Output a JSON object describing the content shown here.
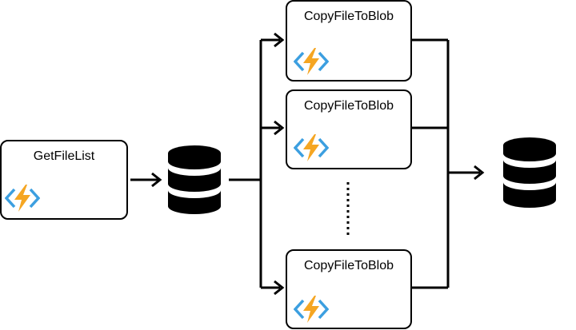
{
  "nodes": {
    "get_file_list": {
      "label": "GetFileList",
      "icon": "azure-function-icon"
    },
    "copy_1": {
      "label": "CopyFileToBlob",
      "icon": "azure-function-icon"
    },
    "copy_2": {
      "label": "CopyFileToBlob",
      "icon": "azure-function-icon"
    },
    "copy_n": {
      "label": "CopyFileToBlob",
      "icon": "azure-function-icon"
    }
  },
  "stores": {
    "source_db": {
      "icon": "database-icon"
    },
    "target_db": {
      "icon": "database-icon"
    }
  },
  "colors": {
    "stroke": "#000000",
    "bolt": "#F5A623",
    "bracket": "#3C9FE0"
  }
}
